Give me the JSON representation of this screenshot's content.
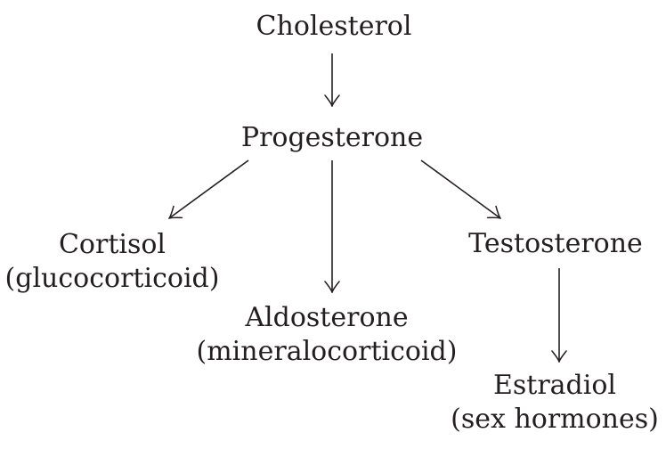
{
  "diagram": {
    "description": "Steroid hormone synthesis pathway",
    "nodes": [
      {
        "id": "cholesterol",
        "label": "Cholesterol",
        "sublabel": ""
      },
      {
        "id": "progesterone",
        "label": "Progesterone",
        "sublabel": ""
      },
      {
        "id": "cortisol",
        "label": "Cortisol",
        "sublabel": "(glucocorticoid)"
      },
      {
        "id": "aldosterone",
        "label": "Aldosterone",
        "sublabel": "(mineralocorticoid)"
      },
      {
        "id": "testosterone",
        "label": "Testosterone",
        "sublabel": ""
      },
      {
        "id": "estradiol",
        "label": "Estradiol",
        "sublabel": "(sex hormones)"
      }
    ],
    "edges": [
      {
        "from": "cholesterol",
        "to": "progesterone"
      },
      {
        "from": "progesterone",
        "to": "cortisol"
      },
      {
        "from": "progesterone",
        "to": "aldosterone"
      },
      {
        "from": "progesterone",
        "to": "testosterone"
      },
      {
        "from": "testosterone",
        "to": "estradiol"
      }
    ],
    "colors": {
      "text": "#231f20",
      "arrow": "#231f20",
      "background": "#ffffff"
    }
  }
}
